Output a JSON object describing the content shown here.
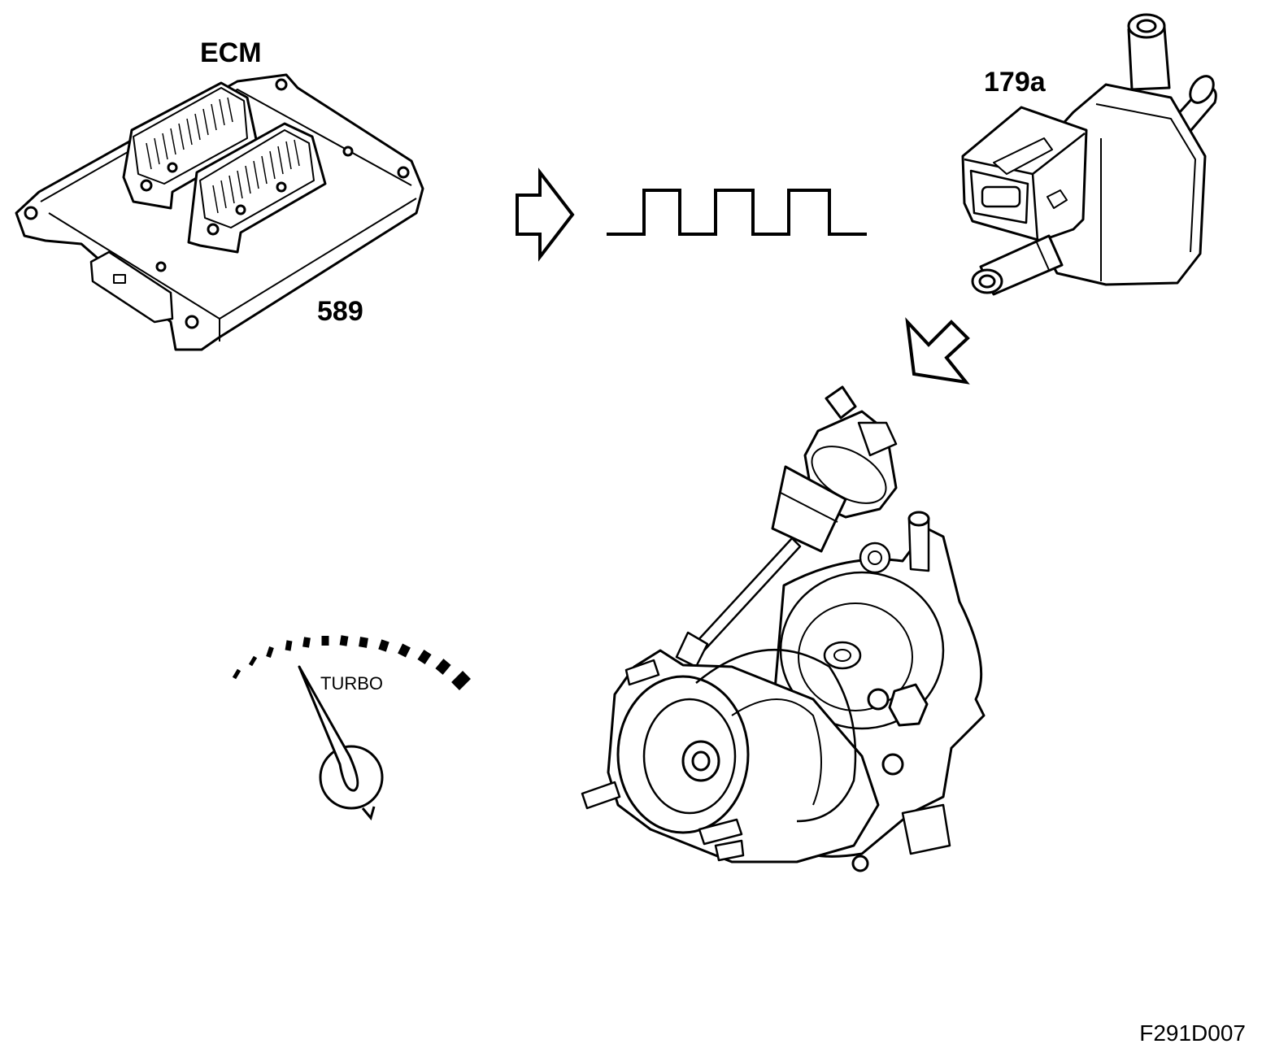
{
  "labels": {
    "ecm": "ECM",
    "ecm_part": "589",
    "solenoid_part": "179a",
    "gauge_text": "TURBO",
    "figure_id": "F291D007"
  },
  "colors": {
    "ink": "#000000",
    "paper": "#ffffff"
  },
  "icons": {
    "ecm": "ecm-control-unit-icon",
    "signal": "square-wave-pulse-icon",
    "solenoid": "boost-solenoid-valve-icon",
    "turbo": "turbocharger-icon",
    "gauge": "turbo-boost-gauge-icon",
    "arrow_right": "arrow-right-outline-icon",
    "arrow_down_left": "arrow-down-left-outline-icon"
  }
}
